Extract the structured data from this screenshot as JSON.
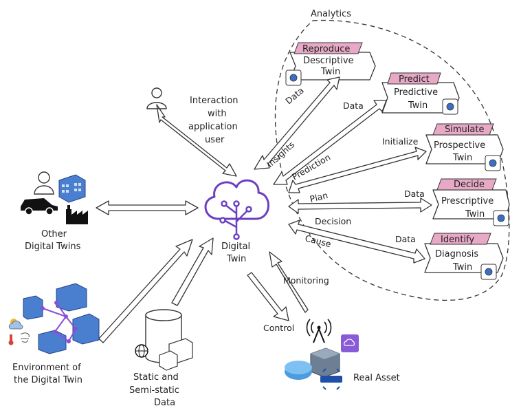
{
  "center": {
    "line1": "Digital",
    "line2": "Twin"
  },
  "analytics": {
    "title": "Analytics"
  },
  "twins": [
    {
      "tag": "Reproduce",
      "line1": "Descriptive",
      "line2": "Twin"
    },
    {
      "tag": "Predict",
      "line1": "Predictive",
      "line2": "Twin"
    },
    {
      "tag": "Simulate",
      "line1": "Prospective",
      "line2": "Twin"
    },
    {
      "tag": "Decide",
      "line1": "Prescriptive",
      "line2": "Twin"
    },
    {
      "tag": "Identify",
      "line1": "Diagnosis",
      "line2": "Twin"
    }
  ],
  "flows": {
    "data1": "Data",
    "data2": "Data",
    "data3": "Data",
    "data4": "Data",
    "initialize": "Initialize",
    "insights": "Insights",
    "prediction": "Prediction",
    "plan": "Plan",
    "decision": "Decision",
    "cause": "Cause",
    "monitoring": "Monitoring",
    "control": "Control"
  },
  "user": {
    "line1": "Interaction",
    "line2": "with",
    "line3": "application",
    "line4": "user"
  },
  "other": {
    "line1": "Other",
    "line2": "Digital Twins"
  },
  "environment": {
    "line1": "Environment of",
    "line2": "the Digital Twin"
  },
  "static": {
    "line1": "Static and",
    "line2": "Semi-static",
    "line3": "Data"
  },
  "asset": {
    "label": "Real Asset"
  },
  "colors": {
    "tag": "#e7a9c6",
    "accent": "#6b3fc4",
    "asset_cloud": "#8a5bd6"
  }
}
